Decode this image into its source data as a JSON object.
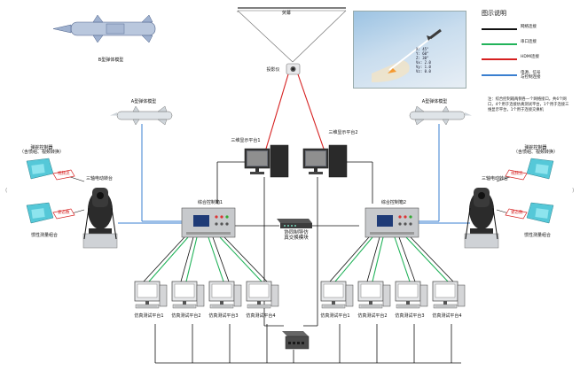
{
  "legend": {
    "title": "图示说明",
    "items": [
      {
        "label": "网络连接",
        "color": "#111111"
      },
      {
        "label": "串口连接",
        "color": "#22b35a"
      },
      {
        "label": "HDMI连接",
        "color": "#d62020"
      },
      {
        "label": "电源、信号\n与控制连接",
        "color": "#3a7fd0"
      }
    ],
    "note": "注：综合控制箱两侧各一个网络接口，共6个网口，4个用于连接仿真测试平台，1个用于连接三维显示平台，1个用于连接交换机"
  },
  "labels": {
    "top_model": "B型弹体模型",
    "screen": "荧幕",
    "projector": "投影仪",
    "left_missile": "A型弹体模型",
    "right_missile": "A型弹体模型",
    "display1": "三维显示平台1",
    "display2": "三维显示平台2",
    "left_controller": "弹舵控制器\n（含惯组、视频转换）",
    "right_controller": "弹舵控制器\n（含惯组、视频转换）",
    "left_turntable": "三轴电动转台",
    "right_turntable": "三轴电动转台",
    "left_imu": "惯性测量组合",
    "right_imu": "惯性测量组合",
    "box1": "综合控制箱1",
    "box2": "综合控制箱2",
    "switch": "协同制导仿\n真交换模块",
    "tag_video": "视频流",
    "tag_sensor": "姿态数",
    "sim_left": [
      "仿真测试平台1",
      "仿真测试平台2",
      "仿真测试平台3",
      "仿真测试平台4"
    ],
    "sim_right": [
      "仿真测试平台1",
      "仿真测试平台2",
      "仿真测试平台3",
      "仿真测试平台4"
    ]
  },
  "flight_readout": [
    "X: 45°",
    "Y: 60°",
    "Z: 30°",
    "Vx: 2.0",
    "Vy: 1.0",
    "Vz: 0.0"
  ]
}
